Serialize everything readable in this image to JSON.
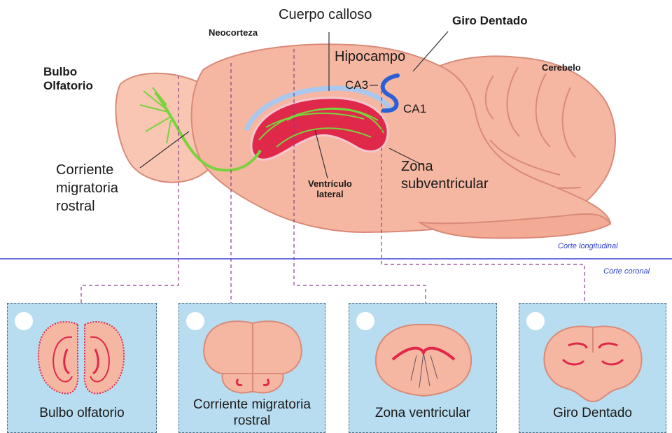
{
  "labels": {
    "bulbo_olfatorio": "Bulbo\nOlfatorio",
    "neocorteza": "Neocorteza",
    "cuerpo_calloso": "Cuerpo calloso",
    "giro_dentado": "Giro Dentado",
    "hipocampo": "Hipocampo",
    "ca3": "CA3",
    "ca1": "CA1",
    "cerebelo": "Cerebelo",
    "corriente_migratoria": "Corriente\nmigratoria\nrostral",
    "ventriculo_lateral": "Ventrículo\nlateral",
    "zona_subventricular": "Zona\nsubventricular",
    "corte_longitudinal": "Corte longitudinal",
    "corte_coronal": "Corte coronal"
  },
  "panels": [
    {
      "caption": "Bulbo olfatorio"
    },
    {
      "caption": "Corriente migratoria\nrostral"
    },
    {
      "caption": "Zona ventricular"
    },
    {
      "caption": "Giro Dentado"
    }
  ],
  "colors": {
    "brain_fill": "#f6b7a2",
    "brain_stroke": "#d98a78",
    "ventricle": "#e0284a",
    "migration": "#7ad23c",
    "hippocampus": "#2a5fd6",
    "corpus": "#a9c8ee",
    "panel_bg": "#b9ddf0",
    "section_line": "#3a44d8",
    "guide_dash": "#8a3d8a"
  }
}
